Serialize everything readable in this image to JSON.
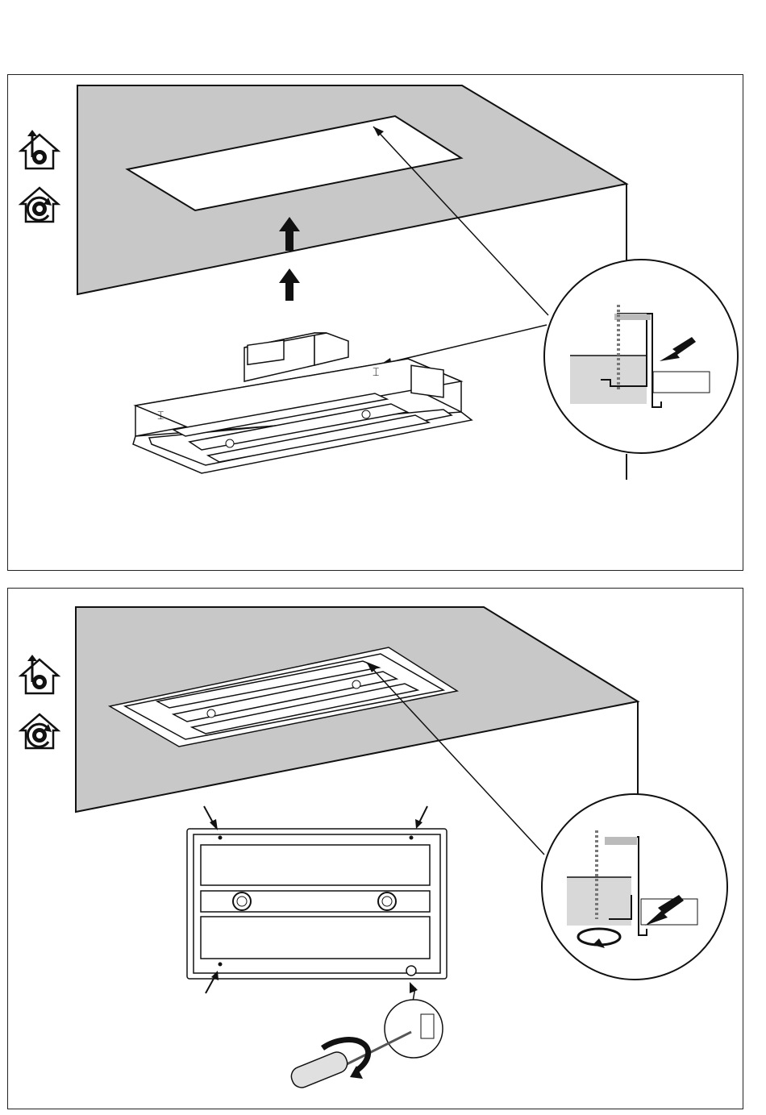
{
  "page": {
    "panels": [
      {
        "id": "step-1",
        "description_icons": [
          "ducted-mode-icon",
          "recirculation-mode-icon"
        ],
        "arrows": [
          "lift-arrow-upper",
          "lift-arrow-lower"
        ]
      },
      {
        "id": "step-2",
        "description_icons": [
          "ducted-mode-icon",
          "recirculation-mode-icon"
        ],
        "arrows": [
          "screw-pointer-top-left",
          "screw-pointer-top-right",
          "screw-pointer-bottom-left"
        ]
      }
    ]
  },
  "colors": {
    "ceiling": "#c8c8c8",
    "line": "#111111",
    "paper": "#ffffff",
    "detail_gray": "#d0d0d0"
  }
}
